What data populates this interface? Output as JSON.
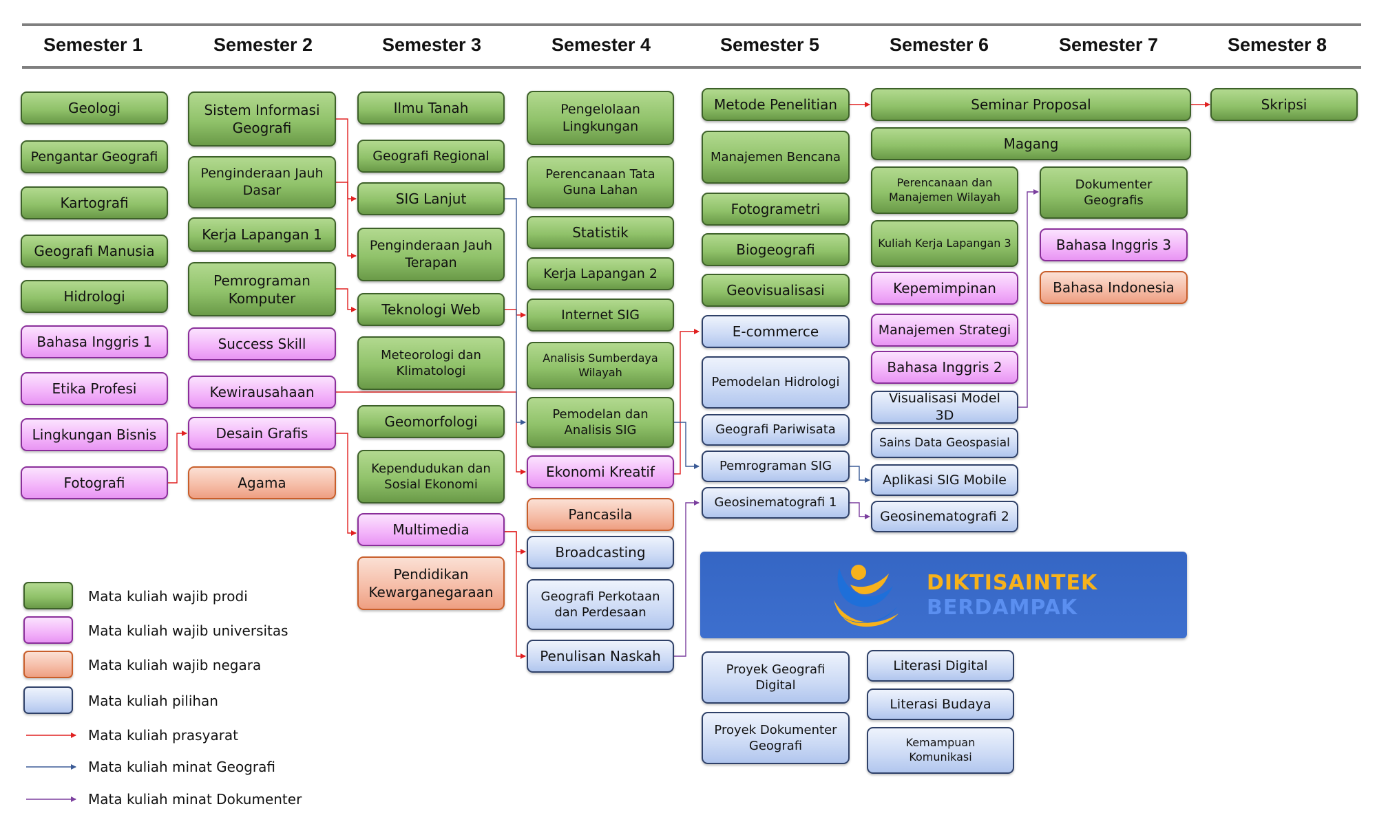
{
  "semesters": [
    "Semester 1",
    "Semester 2",
    "Semester 3",
    "Semester 4",
    "Semester 5",
    "Semester 6",
    "Semester 7",
    "Semester 8"
  ],
  "courses": {
    "s1": [
      "Geologi",
      "Pengantar Geografi",
      "Kartografi",
      "Geografi Manusia",
      "Hidrologi",
      "Bahasa Inggris 1",
      "Etika Profesi",
      "Lingkungan Bisnis",
      "Fotografi"
    ],
    "s2": [
      "Sistem Informasi Geografi",
      "Penginderaan Jauh Dasar",
      "Kerja Lapangan 1",
      "Pemrograman Komputer",
      "Success Skill",
      "Kewirausahaan",
      "Desain Grafis",
      "Agama"
    ],
    "s3": [
      "Ilmu Tanah",
      "Geografi Regional",
      "SIG Lanjut",
      "Penginderaan Jauh Terapan",
      "Teknologi Web",
      "Meteorologi dan Klimatologi",
      "Geomorfologi",
      "Kependudukan dan Sosial Ekonomi",
      "Multimedia",
      "Pendidikan Kewarganegaraan"
    ],
    "s4": [
      "Pengelolaan Lingkungan",
      "Perencanaan Tata Guna Lahan",
      "Statistik",
      "Kerja Lapangan 2",
      "Internet SIG",
      "Analisis Sumberdaya Wilayah",
      "Pemodelan dan Analisis SIG",
      "Ekonomi Kreatif",
      "Pancasila",
      "Broadcasting",
      "Geografi Perkotaan dan Perdesaan",
      "Penulisan Naskah"
    ],
    "s5": [
      "Metode Penelitian",
      "Manajemen Bencana",
      "Fotogrametri",
      "Biogeografi",
      "Geovisualisasi",
      "E-commerce",
      "Pemodelan Hidrologi",
      "Geografi Pariwisata",
      "Pemrograman SIG",
      "Geosinematografi 1",
      "Proyek Geografi Digital",
      "Proyek Dokumenter Geografi"
    ],
    "s6": [
      "Seminar Proposal",
      "Magang",
      "Perencanaan dan Manajemen Wilayah",
      "Kuliah Kerja Lapangan 3",
      "Kepemimpinan",
      "Manajemen Strategi",
      "Bahasa Inggris 2",
      "Visualisasi Model 3D",
      "Sains Data Geospasial",
      "Aplikasi SIG Mobile",
      "Geosinematografi 2",
      "Literasi Digital",
      "Literasi Budaya",
      "Kemampuan Komunikasi"
    ],
    "s7": [
      "Dokumenter Geografis",
      "Bahasa Inggris 3",
      "Bahasa Indonesia"
    ],
    "s8": [
      "Skripsi"
    ]
  },
  "legend": {
    "wajib_prodi": "Mata kuliah wajib prodi",
    "wajib_universitas": "Mata kuliah wajib universitas",
    "wajib_negara": "Mata kuliah wajib negara",
    "pilihan": "Mata kuliah pilihan",
    "prasyarat": "Mata kuliah prasyarat",
    "minat_geografi": "Mata kuliah minat Geografi",
    "minat_dokumenter": "Mata kuliah minat Dokumenter"
  },
  "banner": {
    "line1": "DIKTISAINTEK",
    "line2": "BERDAMPAK"
  },
  "colors": {
    "wajib_prodi": "#90c26a",
    "wajib_universitas": "#f3b4fa",
    "wajib_negara": "#f5bba5",
    "pilihan": "#ccdaf5",
    "prasyarat_arrow": "#e02020",
    "geografi_arrow": "#3a5a95",
    "dokumenter_arrow": "#7b3f9e",
    "banner": "#3d6fce"
  }
}
